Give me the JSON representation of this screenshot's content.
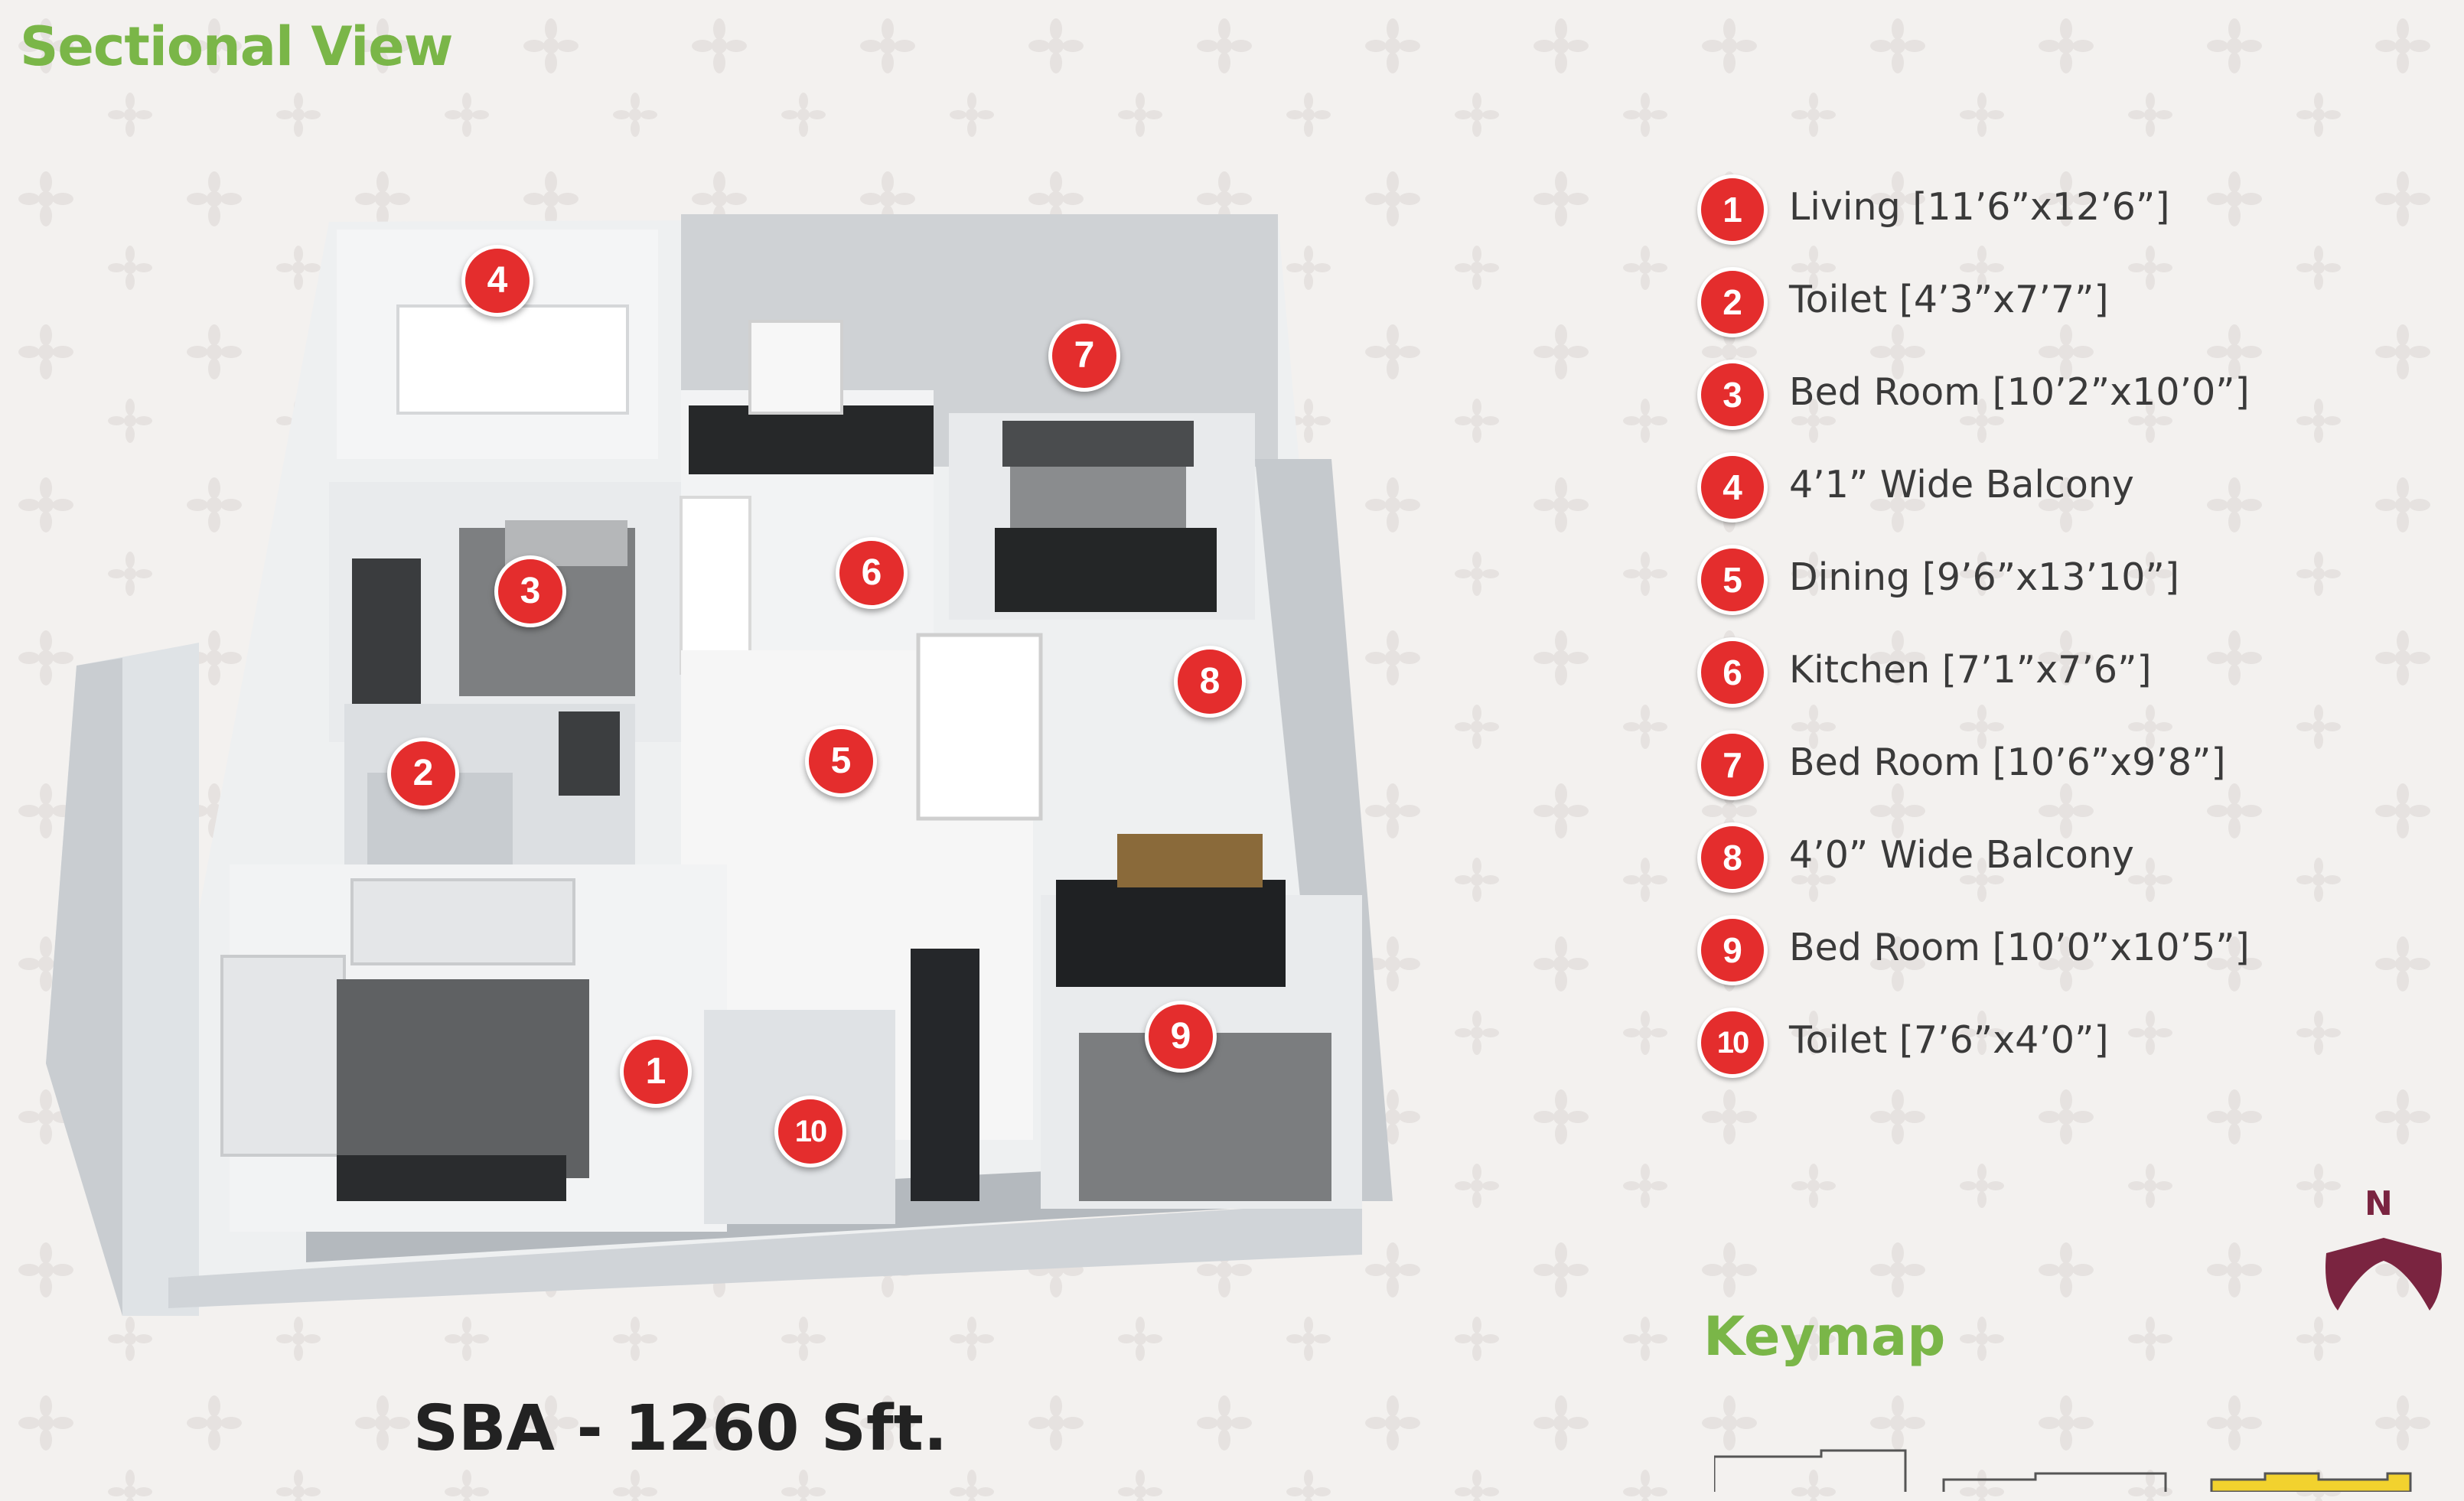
{
  "title": "Sectional View",
  "sba": "SBA - 1260 Sft.",
  "keymap_title": "Keymap",
  "north_label": "N",
  "colors": {
    "title_green": "#7ab648",
    "badge_red": "#e42d2d",
    "north_maroon": "#7a2440",
    "keymap_highlight": "#f2d22e"
  },
  "rooms": [
    {
      "num": "1",
      "label": "Living [11’6”x12’6”]"
    },
    {
      "num": "2",
      "label": "Toilet [4’3”x7’7”]"
    },
    {
      "num": "3",
      "label": "Bed Room [10’2”x10’0”]"
    },
    {
      "num": "4",
      "label": "4’1” Wide Balcony"
    },
    {
      "num": "5",
      "label": "Dining [9’6”x13’10”]"
    },
    {
      "num": "6",
      "label": "Kitchen [7’1”x7’6”]"
    },
    {
      "num": "7",
      "label": "Bed Room [10’6”x9’8”]"
    },
    {
      "num": "8",
      "label": "4’0” Wide Balcony"
    },
    {
      "num": "9",
      "label": "Bed Room [10’0”x10’5”]"
    },
    {
      "num": "10",
      "label": "Toilet [7’6”x4’0”]"
    }
  ]
}
